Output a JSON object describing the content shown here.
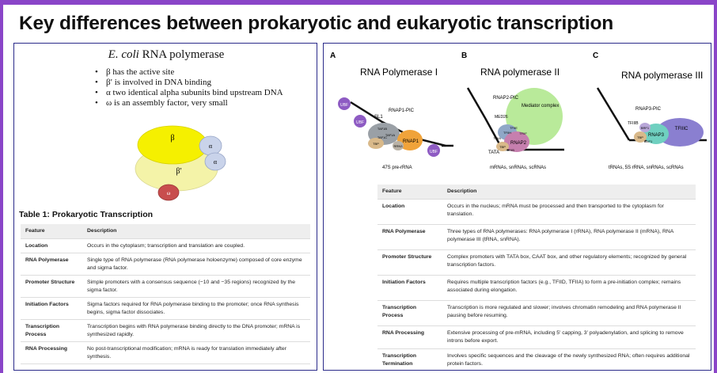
{
  "title": "Key differences between prokaryotic and eukaryotic transcription",
  "left": {
    "heading_italic": "E. coli",
    "heading_rest": " RNA polymerase",
    "bullets": [
      "β has the active site",
      "β′ is involved in DNA binding",
      "α  two identical alpha subunits bind upstream DNA",
      "ω is an assembly factor, very small"
    ],
    "diagram_labels": {
      "beta": "β",
      "beta_prime": "β′",
      "alpha1": "α",
      "alpha2": "α",
      "omega": "ω"
    },
    "table_caption": "Table 1: Prokaryotic Transcription",
    "headers": [
      "Feature",
      "Description"
    ],
    "rows": [
      [
        "Location",
        "Occurs in the cytoplasm; transcription and translation are coupled."
      ],
      [
        "RNA Polymerase",
        "Single type of RNA polymerase (RNA polymerase holoenzyme) composed of core enzyme and sigma factor."
      ],
      [
        "Promoter Structure",
        "Simple promoters with a consensus sequence (−10 and −35 regions) recognized by the sigma factor."
      ],
      [
        "Initiation Factors",
        "Sigma factors required for RNA polymerase binding to the promoter; once RNA synthesis begins, sigma factor dissociates."
      ],
      [
        "Transcription Process",
        "Transcription begins with RNA polymerase binding directly to the DNA promoter; mRNA is synthesized rapidly."
      ],
      [
        "RNA Processing",
        "No post-transcriptional modification; mRNA is ready for translation immediately after synthesis."
      ]
    ]
  },
  "right": {
    "figure": {
      "panel_letters": [
        "A",
        "B",
        "C"
      ],
      "titles": [
        "RNA Polymerase I",
        "RNA polymerase II",
        "RNA polymerase III"
      ],
      "a_labels": {
        "ubf1": "UBF",
        "ubf2": "UBF",
        "ubf3": "UBF",
        "sl1": "SL1",
        "pic": "RNAP1-PIC",
        "tbp": "TBP",
        "taf1": "TAF1B",
        "taf2": "TAF1A",
        "taf3": "TAF1C",
        "rrn3": "RRN3",
        "rnap1": "RNAP1",
        "product": "47S pre-rRNA"
      },
      "b_labels": {
        "pic": "RNAP2-PIC",
        "mediator": "Mediator complex",
        "med26": "MED26",
        "tfiih": "TFIIH",
        "tfiia": "TFIIA",
        "tbp": "TBP",
        "tfiib": "TFIIB",
        "tfiif": "TFIIF",
        "tfiie": "TFIIE",
        "rnap2": "RNAP2",
        "tata": "TATA",
        "product": "mRNAs, snRNAs, scRNAs"
      },
      "c_labels": {
        "pic": "RNAP3-PIC",
        "tfiiib": "TFIIIB",
        "tbp": "TBP",
        "brf": "BRF1",
        "bdp": "BDP1",
        "rnap3": "RNAP3",
        "tfiiic": "TFIIIC",
        "product": "tRNAs, 5S rRNA, snRNAs, scRNAs"
      }
    },
    "headers": [
      "Feature",
      "Description"
    ],
    "rows": [
      [
        "Location",
        "Occurs in the nucleus; mRNA must be processed and then transported to the cytoplasm for translation."
      ],
      [
        "RNA Polymerase",
        "Three types of RNA polymerases: RNA polymerase I (rRNA), RNA polymerase II (mRNA), RNA polymerase III (tRNA, snRNA)."
      ],
      [
        "Promoter Structure",
        "Complex promoters with TATA box, CAAT box, and other regulatory elements; recognized by general transcription factors."
      ],
      [
        "Initiation Factors",
        "Requires multiple transcription factors (e.g., TFIID, TFIIA) to form a pre-initiation complex; remains associated during elongation."
      ],
      [
        "Transcription Process",
        "Transcription is more regulated and slower; involves chromatin remodeling and RNA polymerase II pausing before resuming."
      ],
      [
        "RNA Processing",
        "Extensive processing of pre-mRNA, including 5′ capping, 3′ polyadenylation, and splicing to remove introns before export."
      ],
      [
        "Transcription Termination",
        "Involves specific sequences and the cleavage of the newly synthesized RNA; often requires additional protein factors."
      ]
    ]
  },
  "colors": {
    "accent": "#8a45c8",
    "beta": "#f5f000",
    "beta_prime": "#f4f3a8",
    "alpha": "#c9d3ea",
    "omega": "#c84d4d",
    "mediator": "#b9ea9a"
  }
}
